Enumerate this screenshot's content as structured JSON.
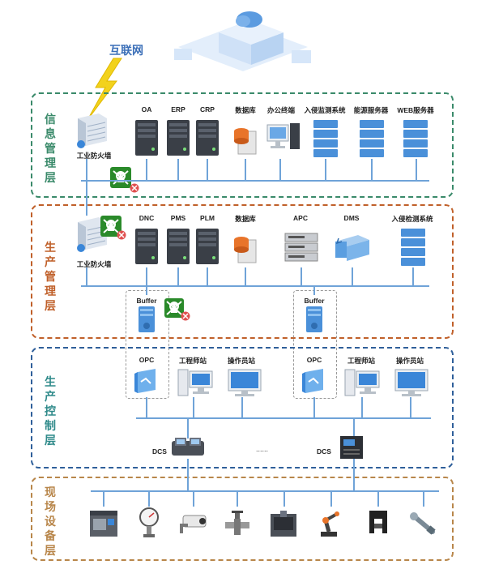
{
  "internet": {
    "label": "互联网"
  },
  "layers": [
    {
      "name": "信息管理层",
      "color": "#3a8a6a"
    },
    {
      "name": "生产管理层",
      "color": "#c0602a"
    },
    {
      "name": "生产控制层",
      "color": "#2f5f9a"
    },
    {
      "name": "现场设备层",
      "color": "#b8864a"
    }
  ],
  "info_layer": {
    "firewall": "工业防火墙",
    "devices": [
      "OA",
      "ERP",
      "CRP",
      "数据库",
      "办公终端",
      "入侵监测系统",
      "能源服务器",
      "WEB服务器"
    ]
  },
  "prod_mgmt_layer": {
    "firewall": "工业防火墙",
    "devices": [
      "DNC",
      "PMS",
      "PLM",
      "数据库",
      "APC",
      "DMS",
      "入侵检测系统"
    ]
  },
  "buffers": [
    "Buffer",
    "Buffer"
  ],
  "control_layer": {
    "group1": [
      "OPC",
      "工程师站",
      "操作员站"
    ],
    "group2": [
      "OPC",
      "工程师站",
      "操作员站"
    ],
    "dcs": [
      "DCS",
      "DCS"
    ],
    "ellipsis": "......"
  },
  "field_layer": {
    "devices": [
      "cnc-machine",
      "pressure-gauge",
      "camera",
      "valve",
      "machining-center",
      "robot-arm",
      "gripper",
      "wrench"
    ]
  },
  "colors": {
    "bus": "#6fa3d8",
    "server_dark": "#3a3f47",
    "server_blue": "#4a90d9"
  }
}
